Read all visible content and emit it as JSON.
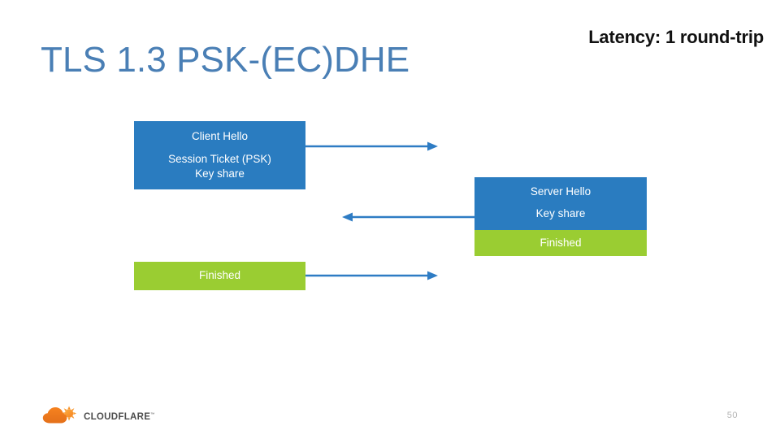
{
  "slide": {
    "title": "TLS 1.3 PSK-(EC)DHE",
    "latency_note": "Latency: 1 round-trip",
    "page_number": "50",
    "background_color": "#ffffff"
  },
  "colors": {
    "title_blue": "#4a7fb5",
    "box_blue": "#2a7cc0",
    "box_green": "#9acd32",
    "arrow_blue": "#2e7cc4",
    "text_on_box": "#ffffff",
    "latency_text": "#111111",
    "page_number": "#b4b4b4",
    "logo_orange": "#f38020",
    "logo_text": "#4d4d4d"
  },
  "diagram": {
    "client_hello": {
      "label": "client-hello-box",
      "color": "#2a7cc0",
      "lines": [
        "Client Hello",
        "Session Ticket (PSK)",
        "Key share"
      ]
    },
    "server_hello": {
      "label": "server-hello-box",
      "color": "#2a7cc0",
      "lines": [
        "Server Hello",
        "Key share"
      ]
    },
    "server_finished": {
      "label": "server-finished-box",
      "color": "#9acd32",
      "lines": [
        "Finished"
      ]
    },
    "client_finished": {
      "label": "client-finished-box",
      "color": "#9acd32",
      "lines": [
        "Finished"
      ]
    },
    "arrows": [
      {
        "name": "client-to-server-arrow-1",
        "direction": "right"
      },
      {
        "name": "server-to-client-arrow",
        "direction": "left"
      },
      {
        "name": "client-to-server-arrow-2",
        "direction": "right"
      }
    ]
  },
  "footer": {
    "logo_text": "CLOUDFLARE",
    "logo_trademark": "™"
  }
}
